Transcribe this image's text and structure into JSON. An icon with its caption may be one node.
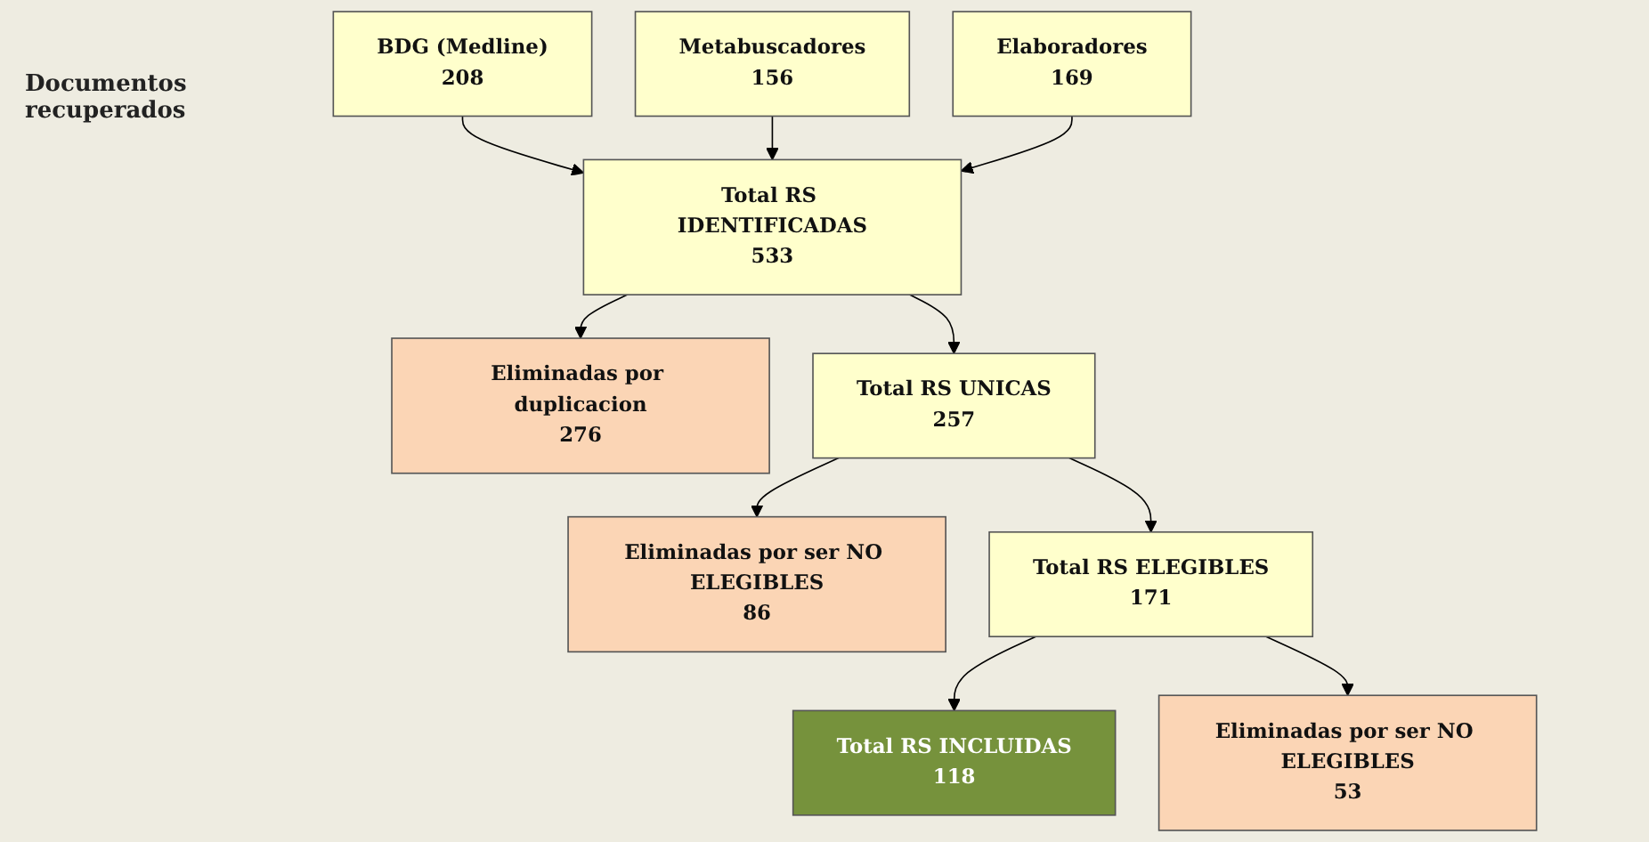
{
  "diagram": {
    "nodes": [
      {
        "text": [
          "BDG (Medline)",
          "208"
        ]
      },
      {
        "text": [
          "Metabuscadores",
          "156"
        ]
      },
      {
        "text": [
          "Elaboradores",
          "169"
        ]
      },
      {
        "text": [
          "Total RS IDENTIFICADAS",
          "533"
        ]
      },
      {
        "text": [
          "Eliminadas por duplicacion",
          "276"
        ]
      },
      {
        "text": [
          "Total RS UNICAS",
          "257"
        ]
      },
      {
        "text": [
          "Eliminadas por ser NO ELEGIBLES",
          "86"
        ]
      },
      {
        "text": [
          "Total RS ELEGIBLES",
          "171"
        ]
      },
      {
        "text": [
          "Eliminadas por ser NO ELEGIBLES",
          "53"
        ]
      },
      {
        "text": [
          "Total RS INCLUIDAS",
          "118"
        ]
      }
    ],
    "edges": [
      {
        "from": 0,
        "to": 3,
        "arrow": "to"
      },
      {
        "from": 1,
        "to": 3,
        "arrow": "to"
      },
      {
        "from": 2,
        "to": 3,
        "arrow": "to"
      },
      {
        "from": 3,
        "to": 5,
        "arrow": "to"
      },
      {
        "from": 3,
        "to": 4,
        "arrow": "to"
      },
      {
        "from": 5,
        "to": 7,
        "arrow": "to"
      },
      {
        "from": 5,
        "to": 6,
        "arrow": "to"
      },
      {
        "from": 7,
        "to": 9,
        "arrow": "to"
      },
      {
        "from": 7,
        "to": 8,
        "arrow": "to"
      }
    ],
    "labels": [
      "Documentos recuperados"
    ]
  }
}
